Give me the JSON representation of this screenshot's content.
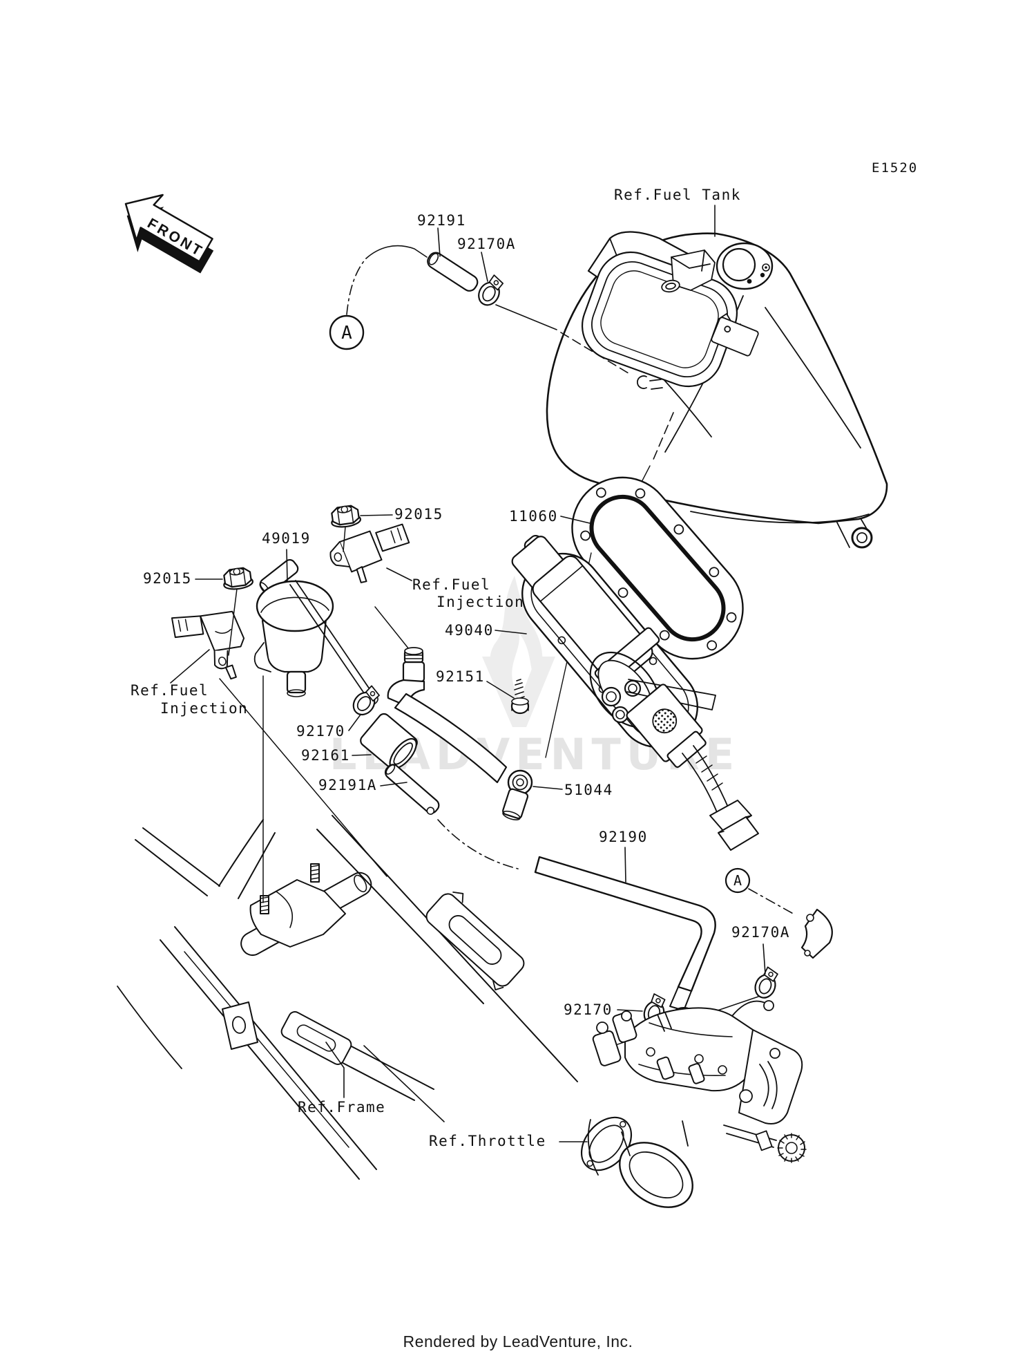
{
  "page": {
    "diagram_code": "E1520",
    "footer": "Rendered by LeadVenture, Inc.",
    "watermark": "LEADVENTURE",
    "background": "#ffffff",
    "line_color": "#111111",
    "watermark_color": "#e4e4e4"
  },
  "orientation": {
    "front_label": "FRONT"
  },
  "detail_markers": {
    "top": "A",
    "bottom": "A"
  },
  "references": {
    "fuel_tank": "Ref.Fuel Tank",
    "fuel_injection_line1": "Ref.Fuel",
    "fuel_injection_line2": "Injection",
    "frame": "Ref.Frame",
    "throttle": "Ref.Throttle"
  },
  "parts": {
    "p92191": "92191",
    "p92170a": "92170A",
    "p92015": "92015",
    "p49019": "49019",
    "p11060": "11060",
    "p49040": "49040",
    "p92151": "92151",
    "p92170": "92170",
    "p92161": "92161",
    "p92191a": "92191A",
    "p51044": "51044",
    "p92190": "92190"
  },
  "callouts": [
    "92191",
    "92170A",
    "92015",
    "49019",
    "11060",
    "92015",
    "49040",
    "92151",
    "92170",
    "92161",
    "92191A",
    "51044",
    "92190",
    "92170A",
    "92170"
  ]
}
